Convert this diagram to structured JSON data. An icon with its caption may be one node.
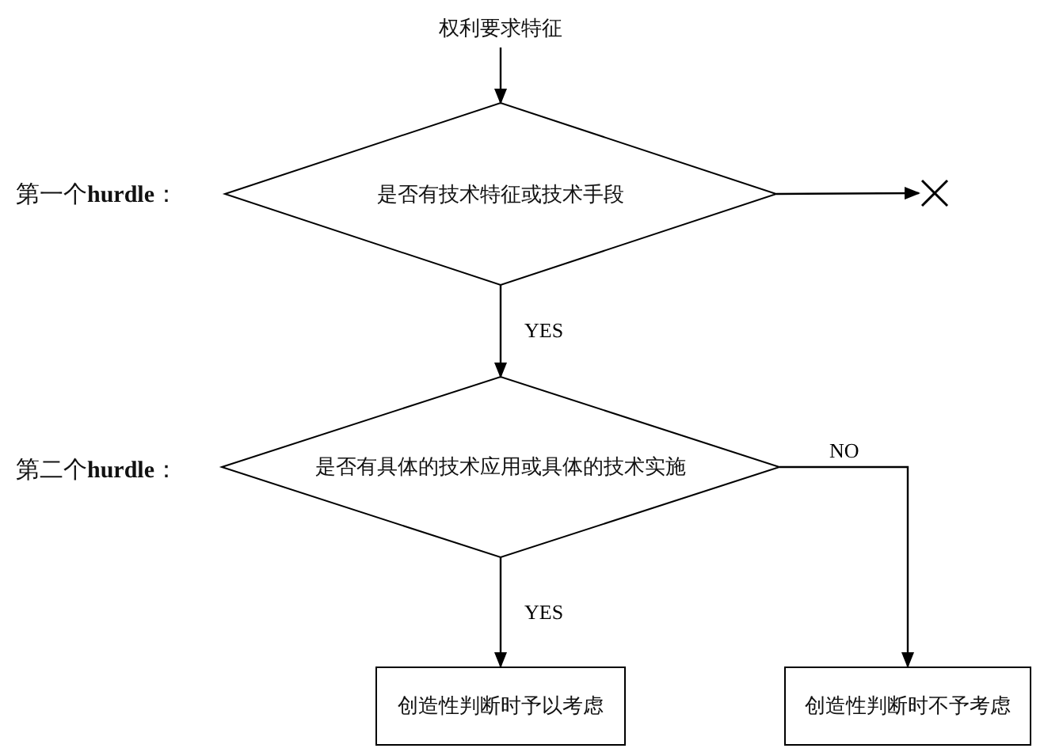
{
  "diagram": {
    "nodes": [
      {
        "text": [
          "权利要求特征"
        ]
      },
      {
        "text": [
          "是否有技术特征或技术手段"
        ],
        "beside": [
          "第一个**hurdle**："
        ]
      },
      {
        "text": [],
        "shape": "cross"
      },
      {
        "text": [
          "是否有具体的技术应用或具体的技术实施"
        ],
        "beside": [
          "第二个**hurdle**："
        ]
      },
      {
        "text": [
          "创造性判断时予以考虑"
        ]
      },
      {
        "text": [
          "创造性判断时不予考虑"
        ]
      }
    ],
    "edges": [
      {
        "from": 0,
        "to": 1,
        "arrow": "to"
      },
      {
        "from": 1,
        "to": 2,
        "arrow": "to"
      },
      {
        "from": 1,
        "to": 3,
        "arrow": "to",
        "label": "YES"
      },
      {
        "from": 3,
        "to": 4,
        "arrow": "to",
        "label": "YES"
      },
      {
        "from": 3,
        "to": 5,
        "arrow": "to",
        "label": "NO"
      }
    ]
  }
}
